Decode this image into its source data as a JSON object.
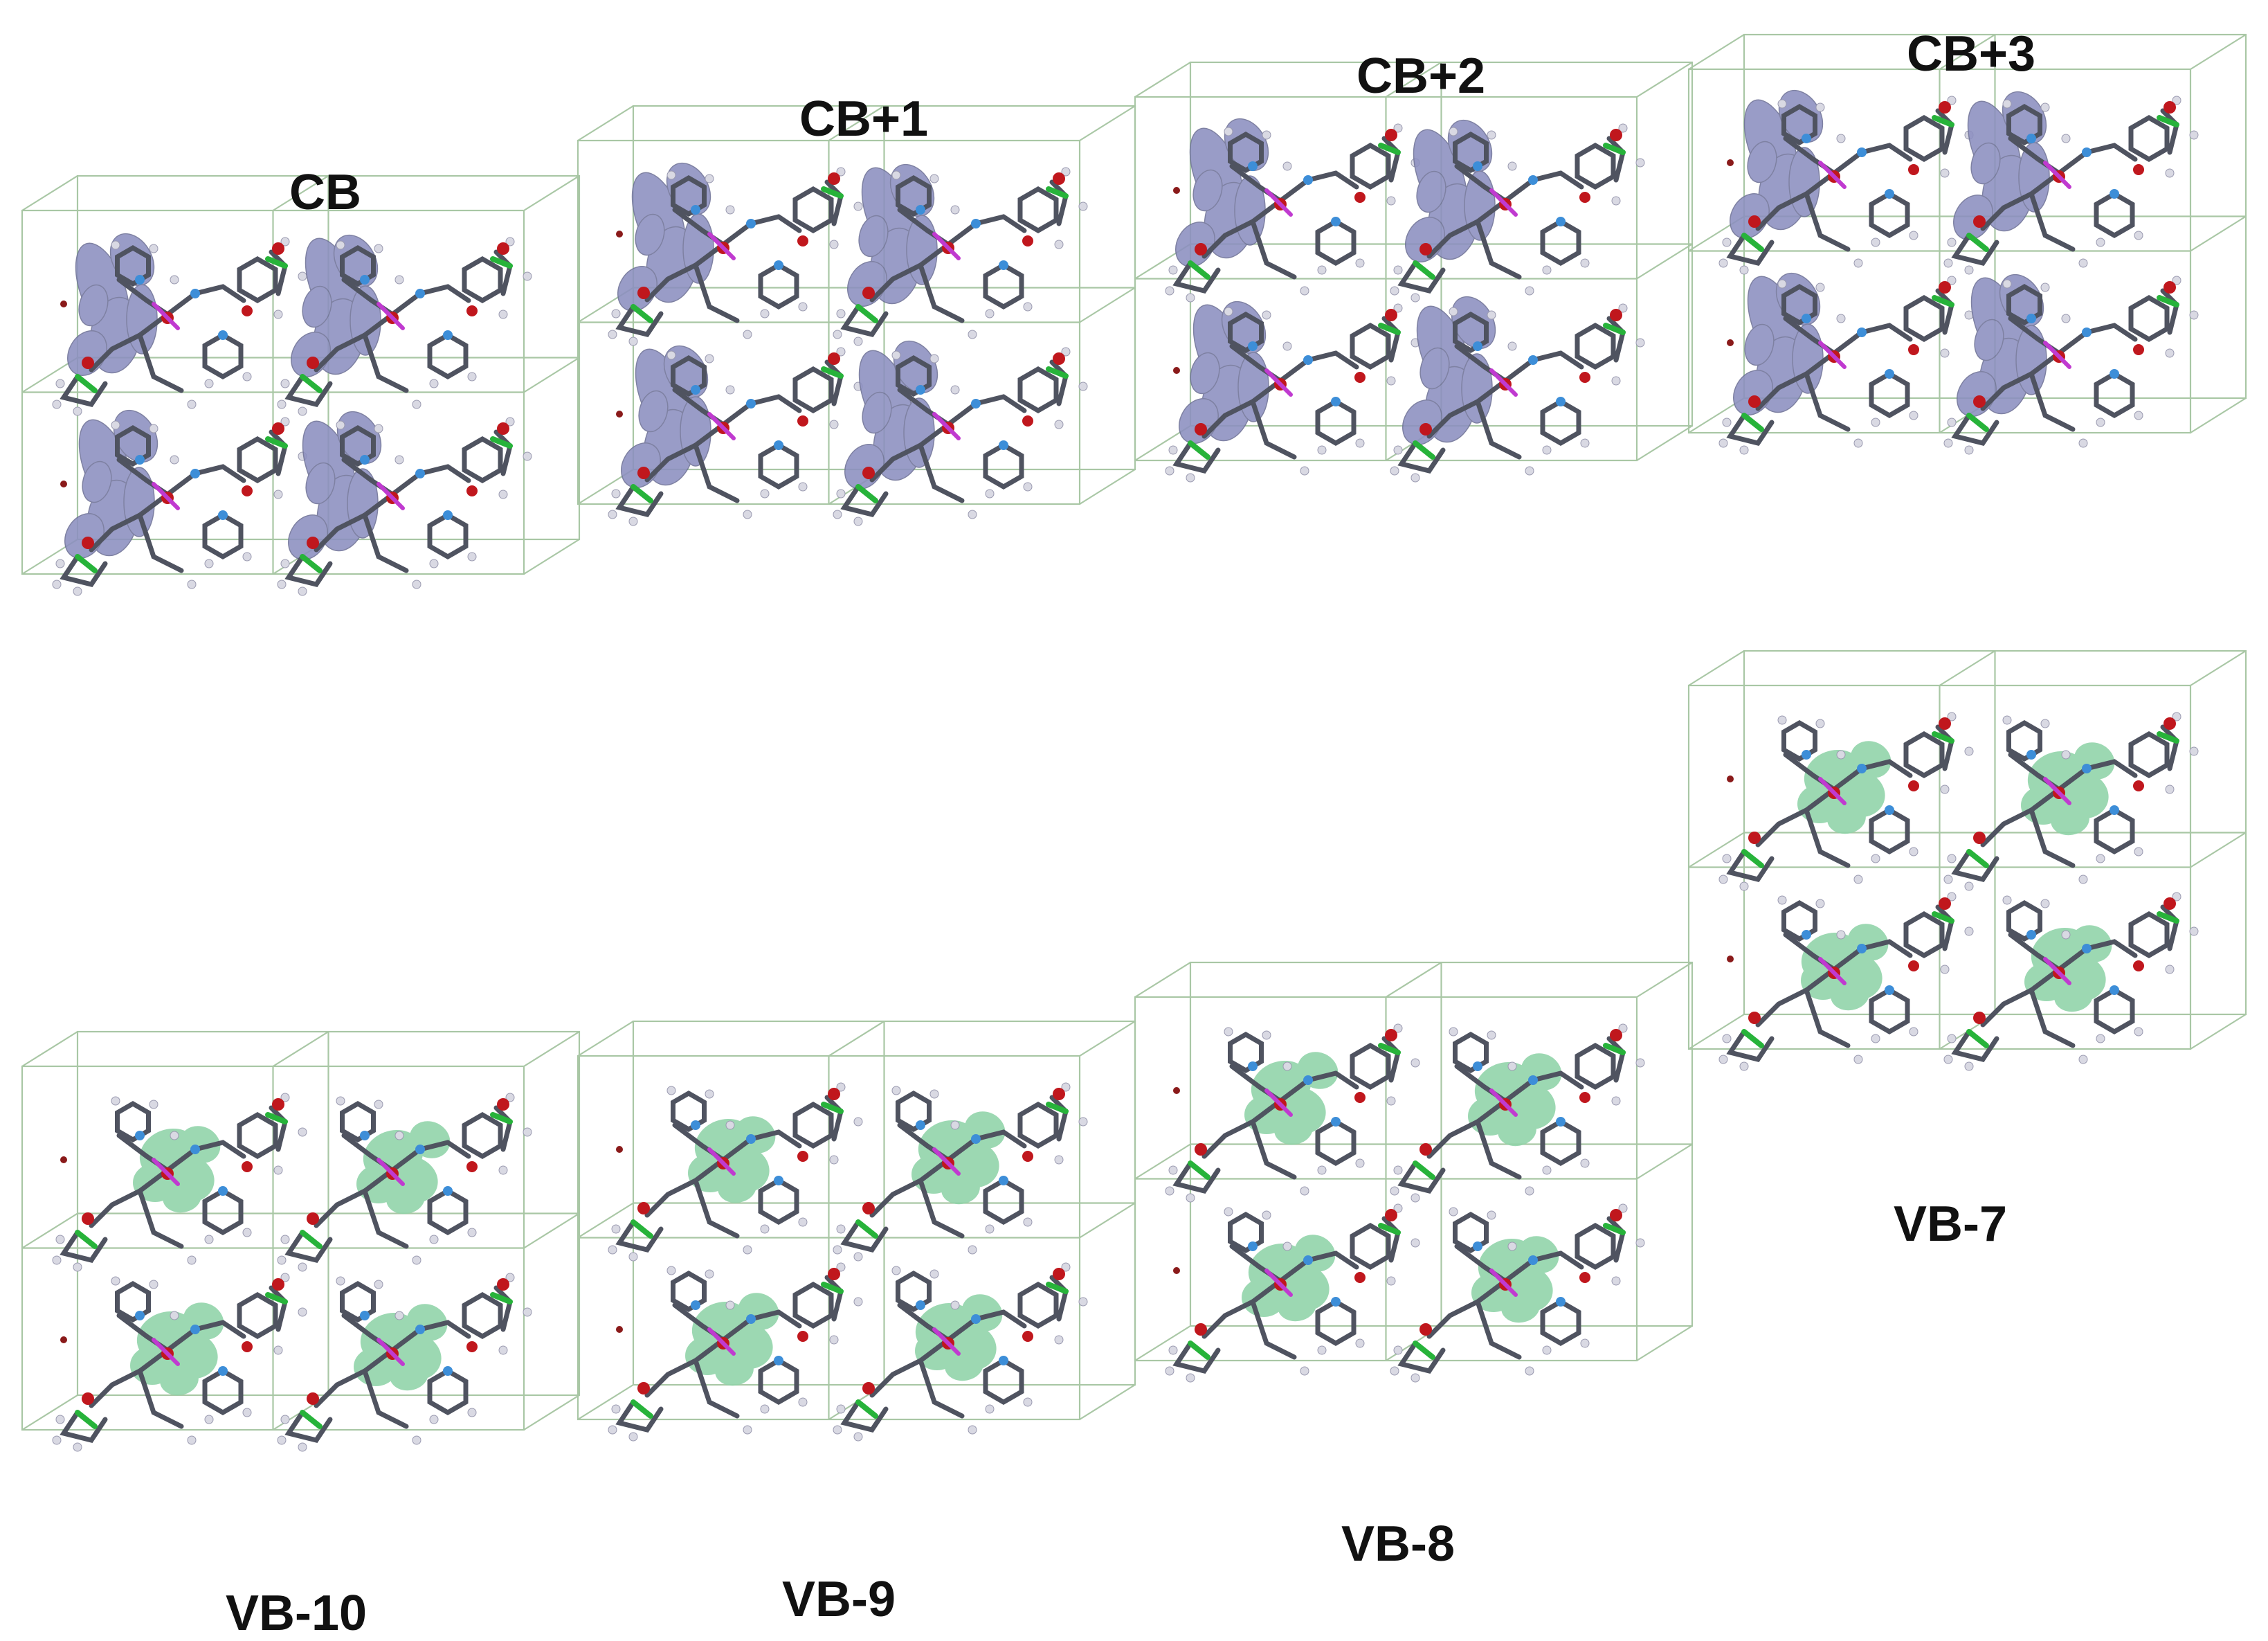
{
  "figure": {
    "panels": [
      {
        "id": "cb",
        "label": "CB",
        "kind": "conduction"
      },
      {
        "id": "cb1",
        "label": "CB+1",
        "kind": "conduction"
      },
      {
        "id": "cb2",
        "label": "CB+2",
        "kind": "conduction"
      },
      {
        "id": "cb3",
        "label": "CB+3",
        "kind": "conduction"
      },
      {
        "id": "vb7",
        "label": "VB-7",
        "kind": "valence"
      },
      {
        "id": "vb8",
        "label": "VB-8",
        "kind": "valence"
      },
      {
        "id": "vb9",
        "label": "VB-9",
        "kind": "valence"
      },
      {
        "id": "vb10",
        "label": "VB-10",
        "kind": "valence"
      }
    ],
    "colors": {
      "conduction_isosurface": "#8c8fc0",
      "valence_isosurface": "#8fd3a8",
      "cell_edge": "#a9c7a5",
      "bond_carbon": "#4f5360",
      "atom_hydrogen": "#d9d9e3",
      "atom_nitrogen": "#3d8ed8",
      "atom_oxygen": "#c0171d",
      "atom_boron_green": "#27b33a",
      "atom_metal_magenta": "#c03ad0",
      "label_text": "#111111"
    }
  }
}
